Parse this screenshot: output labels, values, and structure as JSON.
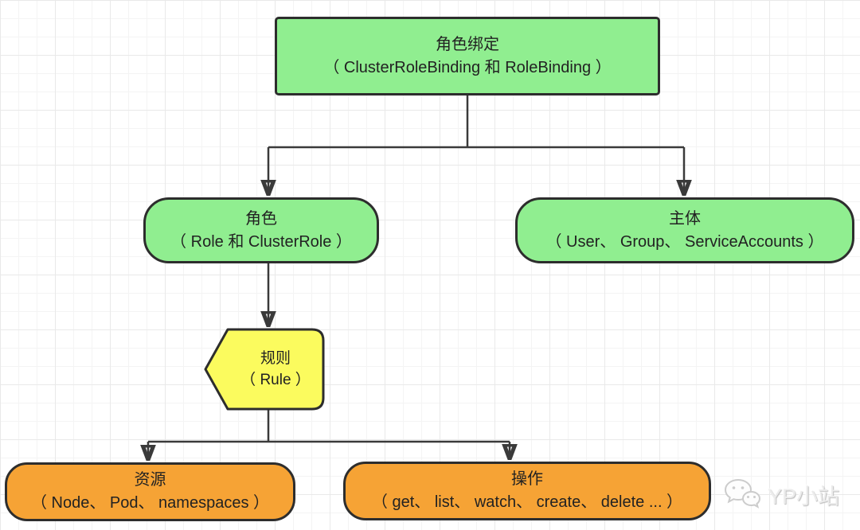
{
  "palette": {
    "node_green": "#90ee90",
    "node_yellow": "#fbfb5e",
    "node_orange": "#f6a335",
    "node_border": "#2d2d2d",
    "connector": "#3a3a3a",
    "text": "#222222",
    "grid_minor": "#f4f4f4",
    "grid_major": "#e9e9e9"
  },
  "nodes": {
    "role_binding": {
      "title": "角色绑定",
      "subtitle": "（ ClusterRoleBinding 和 RoleBinding ）"
    },
    "role": {
      "title": "角色",
      "subtitle": "（ Role 和 ClusterRole ）"
    },
    "subject": {
      "title": "主体",
      "subtitle": "（ User、 Group、 ServiceAccounts ）"
    },
    "rule": {
      "title": "规则",
      "subtitle": "（ Rule ）"
    },
    "resource": {
      "title": "资源",
      "subtitle": "（ Node、 Pod、 namespaces ）"
    },
    "operation": {
      "title": "操作",
      "subtitle": "（ get、 list、 watch、 create、 delete ... ）"
    }
  },
  "watermark": {
    "label": "YP小站",
    "icon": "wechat-icon"
  }
}
